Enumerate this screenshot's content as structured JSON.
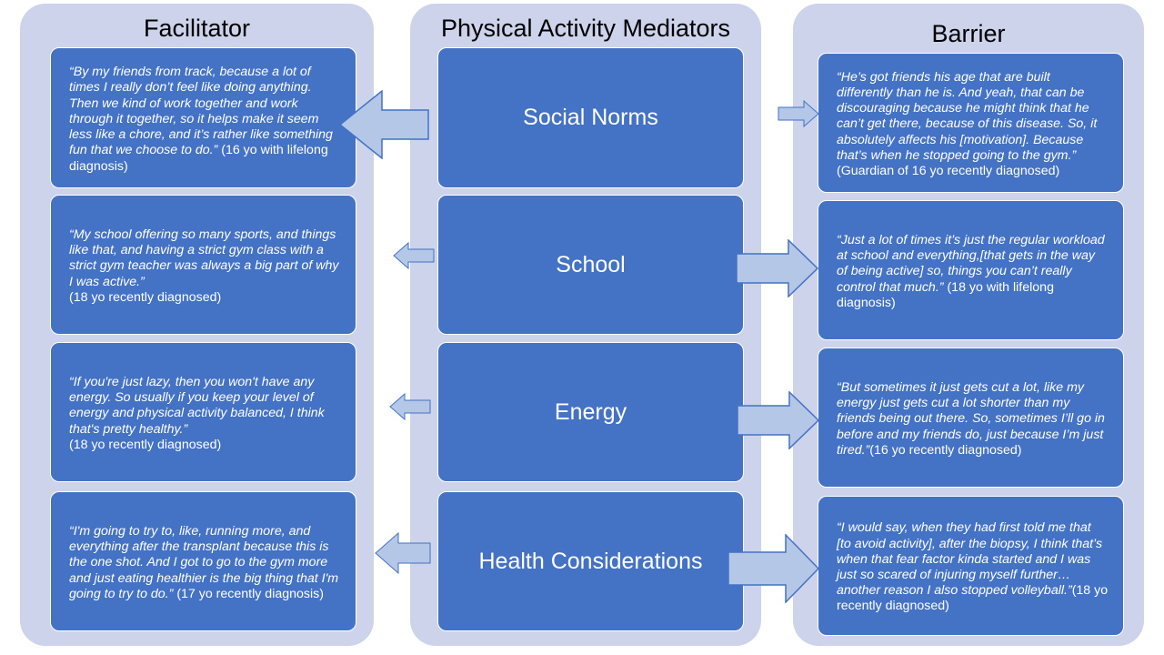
{
  "columns": {
    "facilitator": "Facilitator",
    "mediators": "Physical Activity Mediators",
    "barrier": "Barrier"
  },
  "mediators": [
    "Social Norms",
    "School",
    "Energy",
    "Health Considerations"
  ],
  "facilitators": [
    {
      "quote": "“By my friends from track, because a lot of times I really don’t feel like doing anything. Then we kind of work together and work through it together, so it helps make it seem less like a chore, and it’s rather like something fun that we choose to do.”",
      "source": "(16 yo with lifelong diagnosis)"
    },
    {
      "quote": "“My school offering so many sports, and things like that, and having a strict gym class with a strict gym teacher was always a big part of why I was active.”",
      "source": "(18 yo recently diagnosed)"
    },
    {
      "quote": "“If you're just lazy, then you won't have any energy. So usually if you keep your level of energy and physical activity balanced, I think that's pretty healthy.”",
      "source": "(18 yo recently diagnosed)"
    },
    {
      "quote": "“I'm going to try to, like, running more, and everything after the transplant because this is the one shot. And I got to go to the gym more and just eating healthier is the big thing that I'm going to try to do.”",
      "source": "(17 yo recently diagnosis)"
    }
  ],
  "barriers": [
    {
      "quote": "“He’s got friends his age that are built differently than he is. And yeah, that can be discouraging because he might think that he can’t get there, because of this disease. So, it absolutely affects his [motivation]. Because that’s when he stopped going to the gym.”",
      "source": "(Guardian of 16 yo recently diagnosed)"
    },
    {
      "quote": "“Just a lot of times it’s just the regular workload at school and everything,[that gets in the way of being active] so, things you can’t really control that much.”",
      "source": "(18 yo with lifelong diagnosis)"
    },
    {
      "quote": "“But sometimes it just gets cut a lot, like my energy just gets cut a lot shorter than my friends being out there. So, sometimes I’ll go in before and my friends do, just because I’m just tired.”",
      "source": "(16 yo recently diagnosed)"
    },
    {
      "quote": "“I would say, when they had first told me that [to avoid activity], after the biopsy, I think that’s when that fear factor kinda started and I was just so scared of injuring myself further…another reason I also stopped volleyball.”",
      "source": "(18 yo recently diagnosed)"
    }
  ],
  "colors": {
    "panel": "#cdd3ea",
    "box": "#4472c4",
    "arrow_fill": "#b4c7e7",
    "arrow_stroke": "#4472c4"
  }
}
